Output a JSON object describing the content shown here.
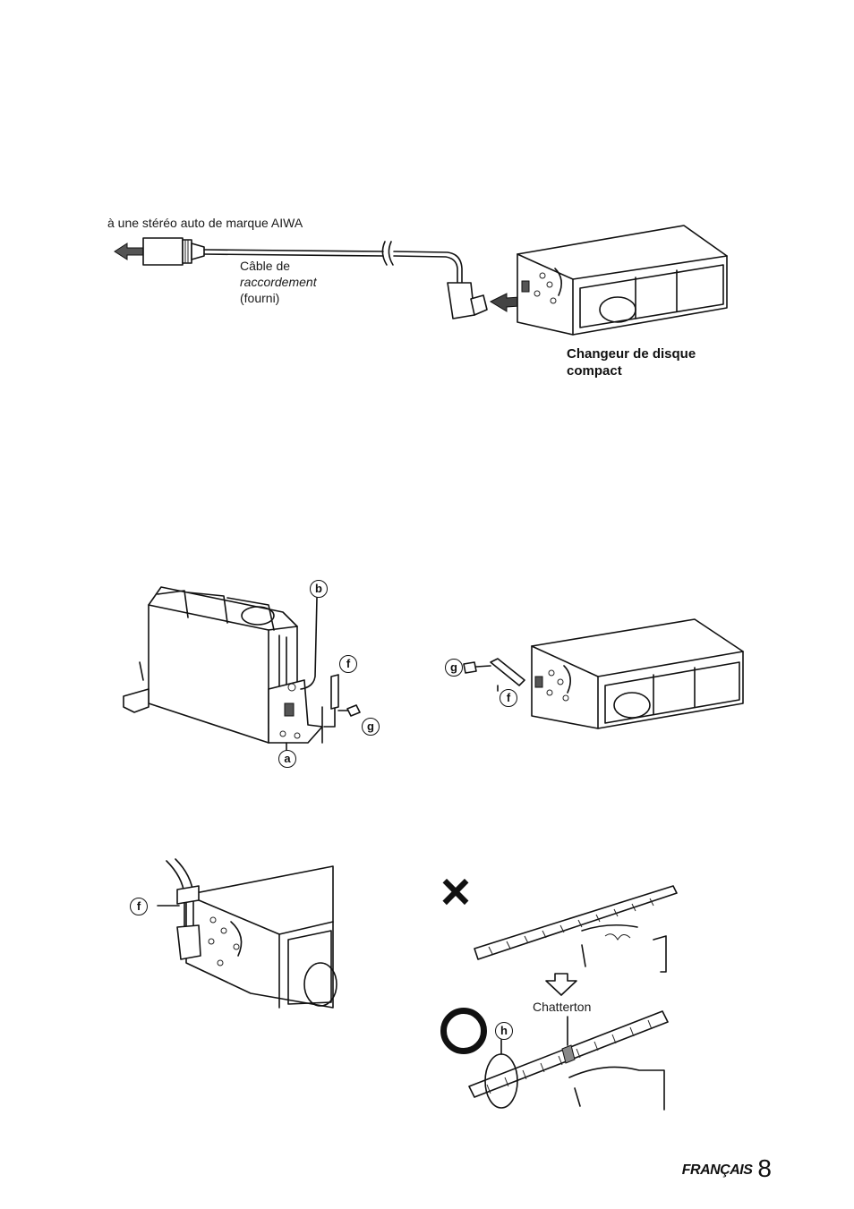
{
  "figure1": {
    "to_stereo_label": "à une stéréo auto de marque AIWA",
    "cable_label_line1": "Câble de",
    "cable_label_line2": "raccordement",
    "cable_label_line3": "(fourni)",
    "changer_label_line1": "Changeur de disque",
    "changer_label_line2": "compact"
  },
  "figure2": {
    "marker_b": "b",
    "marker_f": "f",
    "marker_g": "g",
    "marker_a": "a"
  },
  "figure3": {
    "marker_g": "g",
    "marker_f": "f"
  },
  "figure4": {
    "marker_f": "f"
  },
  "figure5": {
    "wrong_symbol": "×",
    "tape_label": "Chatterton",
    "marker_h": "h"
  },
  "footer": {
    "language": "FRANÇAIS",
    "page_number": "8"
  }
}
